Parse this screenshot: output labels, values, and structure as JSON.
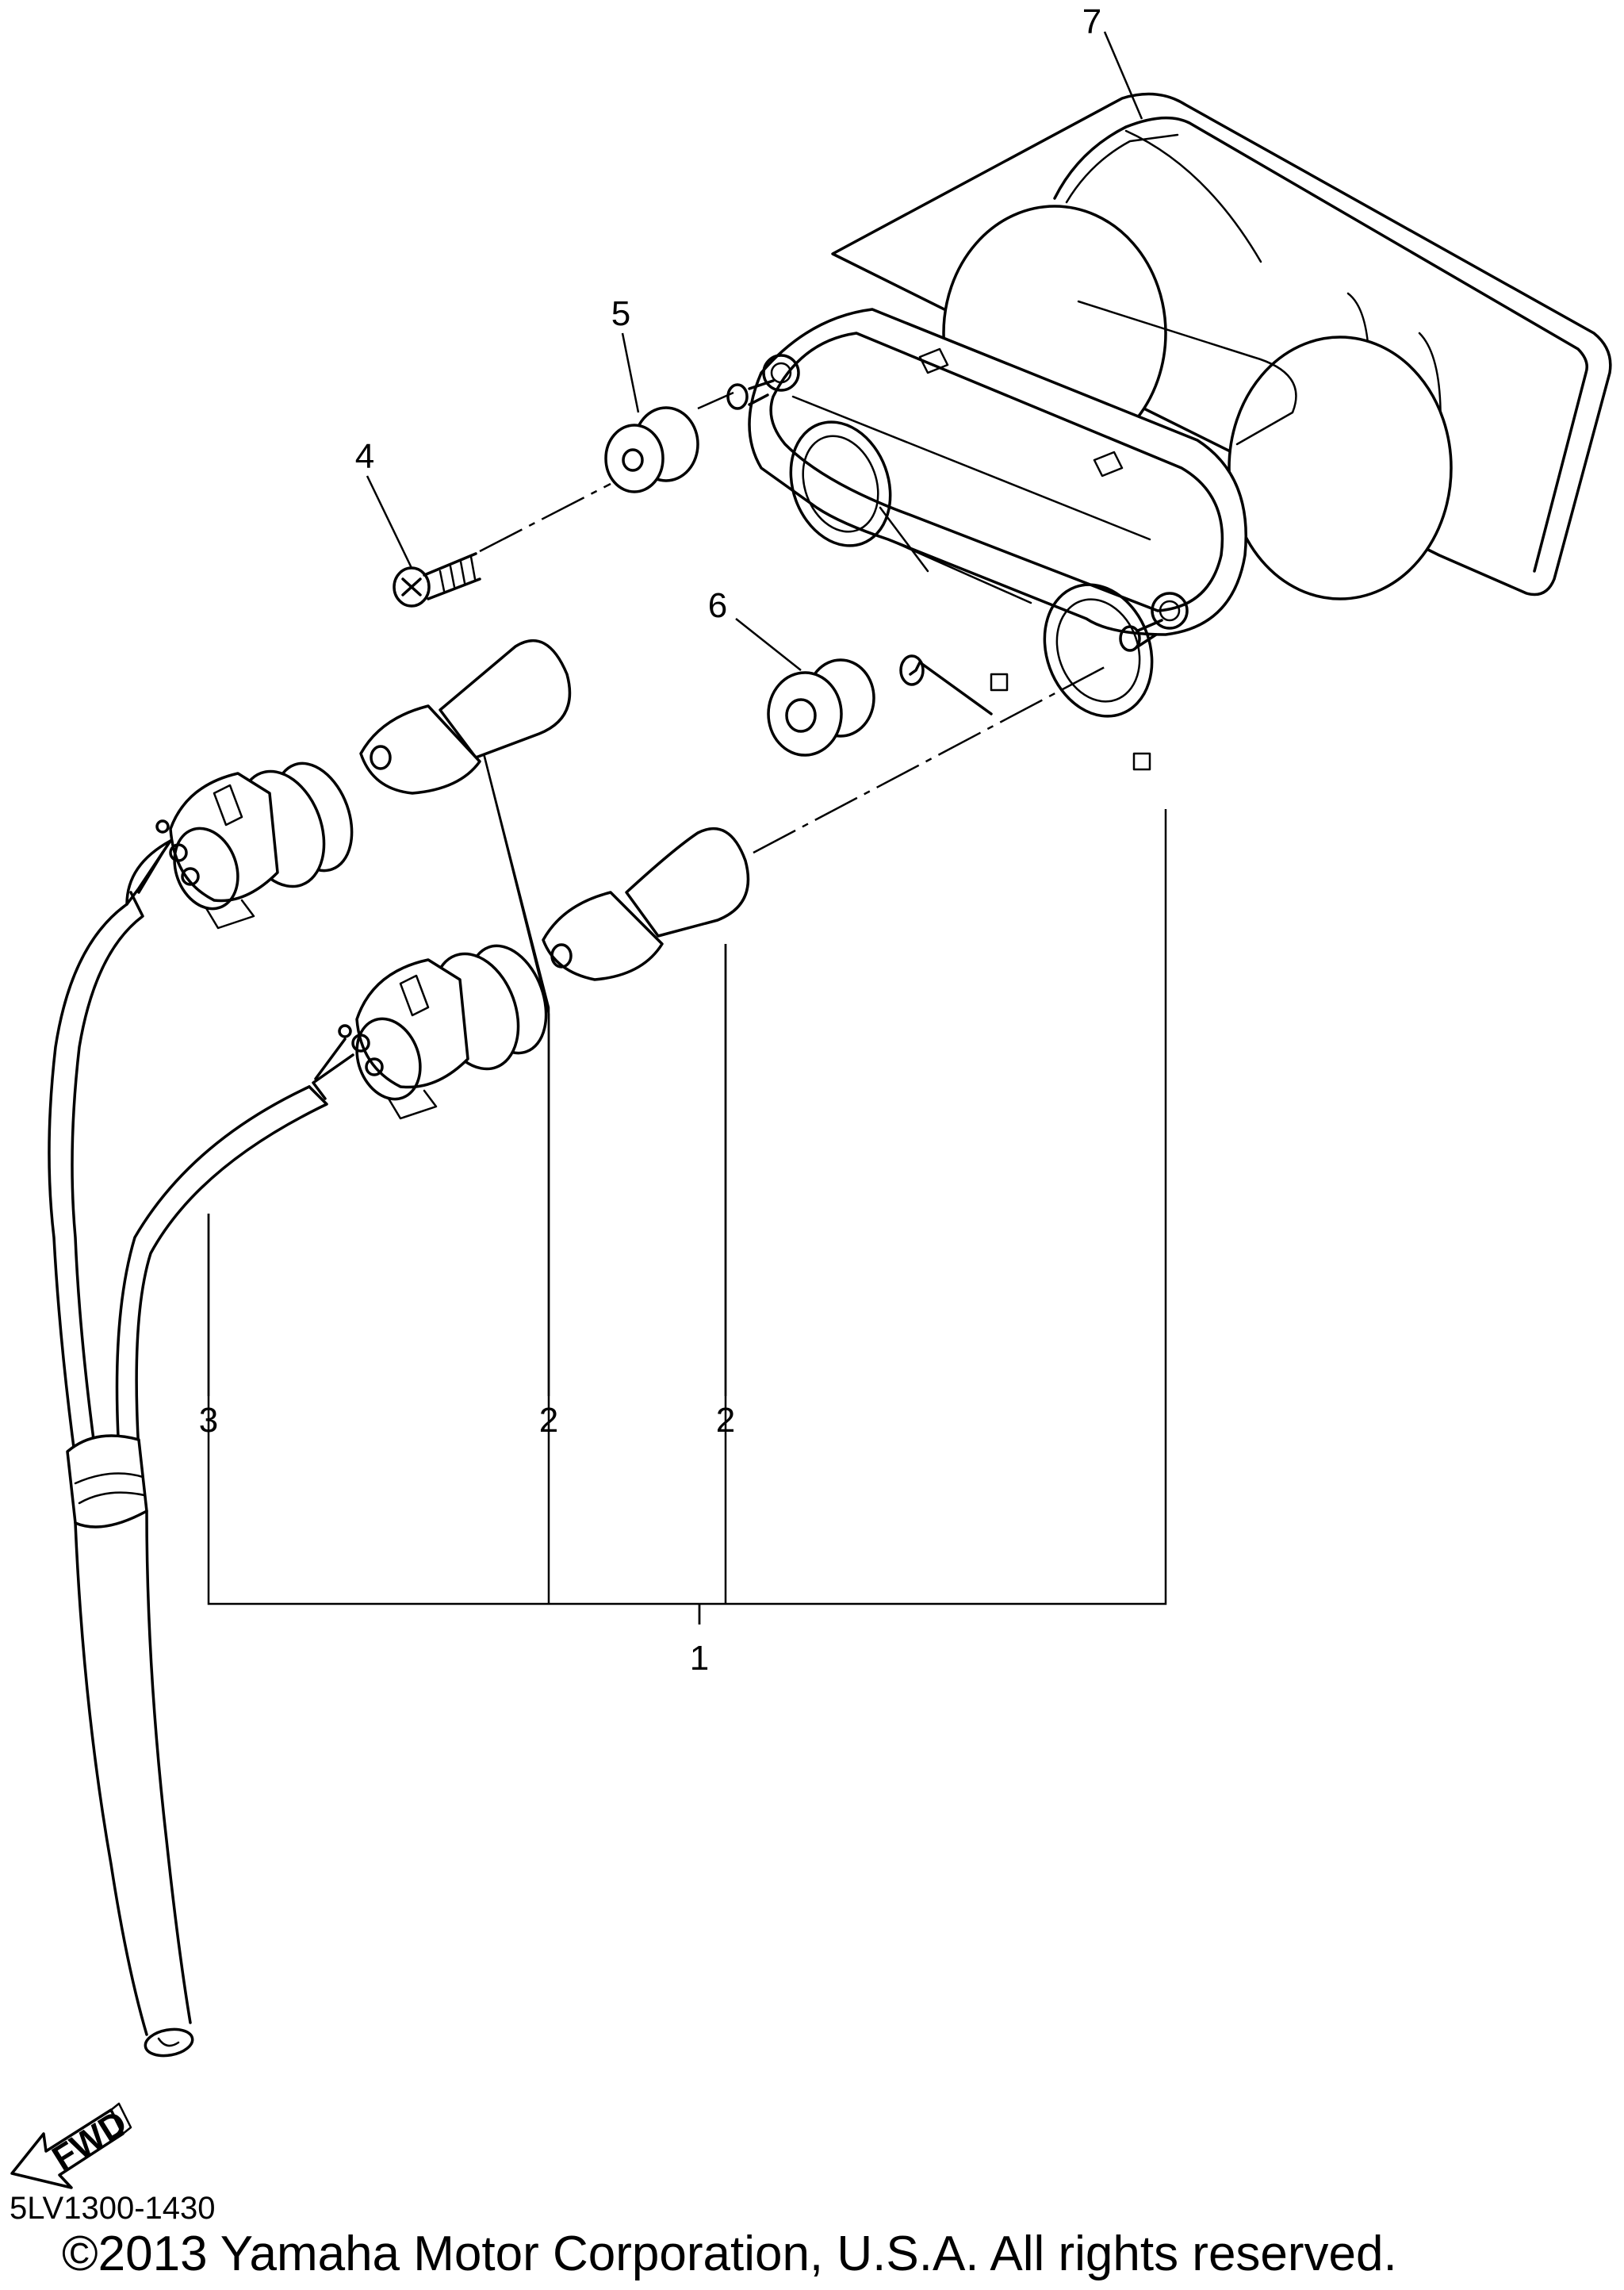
{
  "callouts": [
    {
      "id": "1",
      "label": "1"
    },
    {
      "id": "2a",
      "label": "2"
    },
    {
      "id": "2b",
      "label": "2"
    },
    {
      "id": "3",
      "label": "3"
    },
    {
      "id": "4",
      "label": "4"
    },
    {
      "id": "5",
      "label": "5"
    },
    {
      "id": "6",
      "label": "6"
    },
    {
      "id": "7",
      "label": "7"
    }
  ],
  "fwd_label": "FWD",
  "part_code": "5LV1300-1430",
  "copyright": "©2013 Yamaha Motor Corporation, U.S.A. All rights reserved."
}
